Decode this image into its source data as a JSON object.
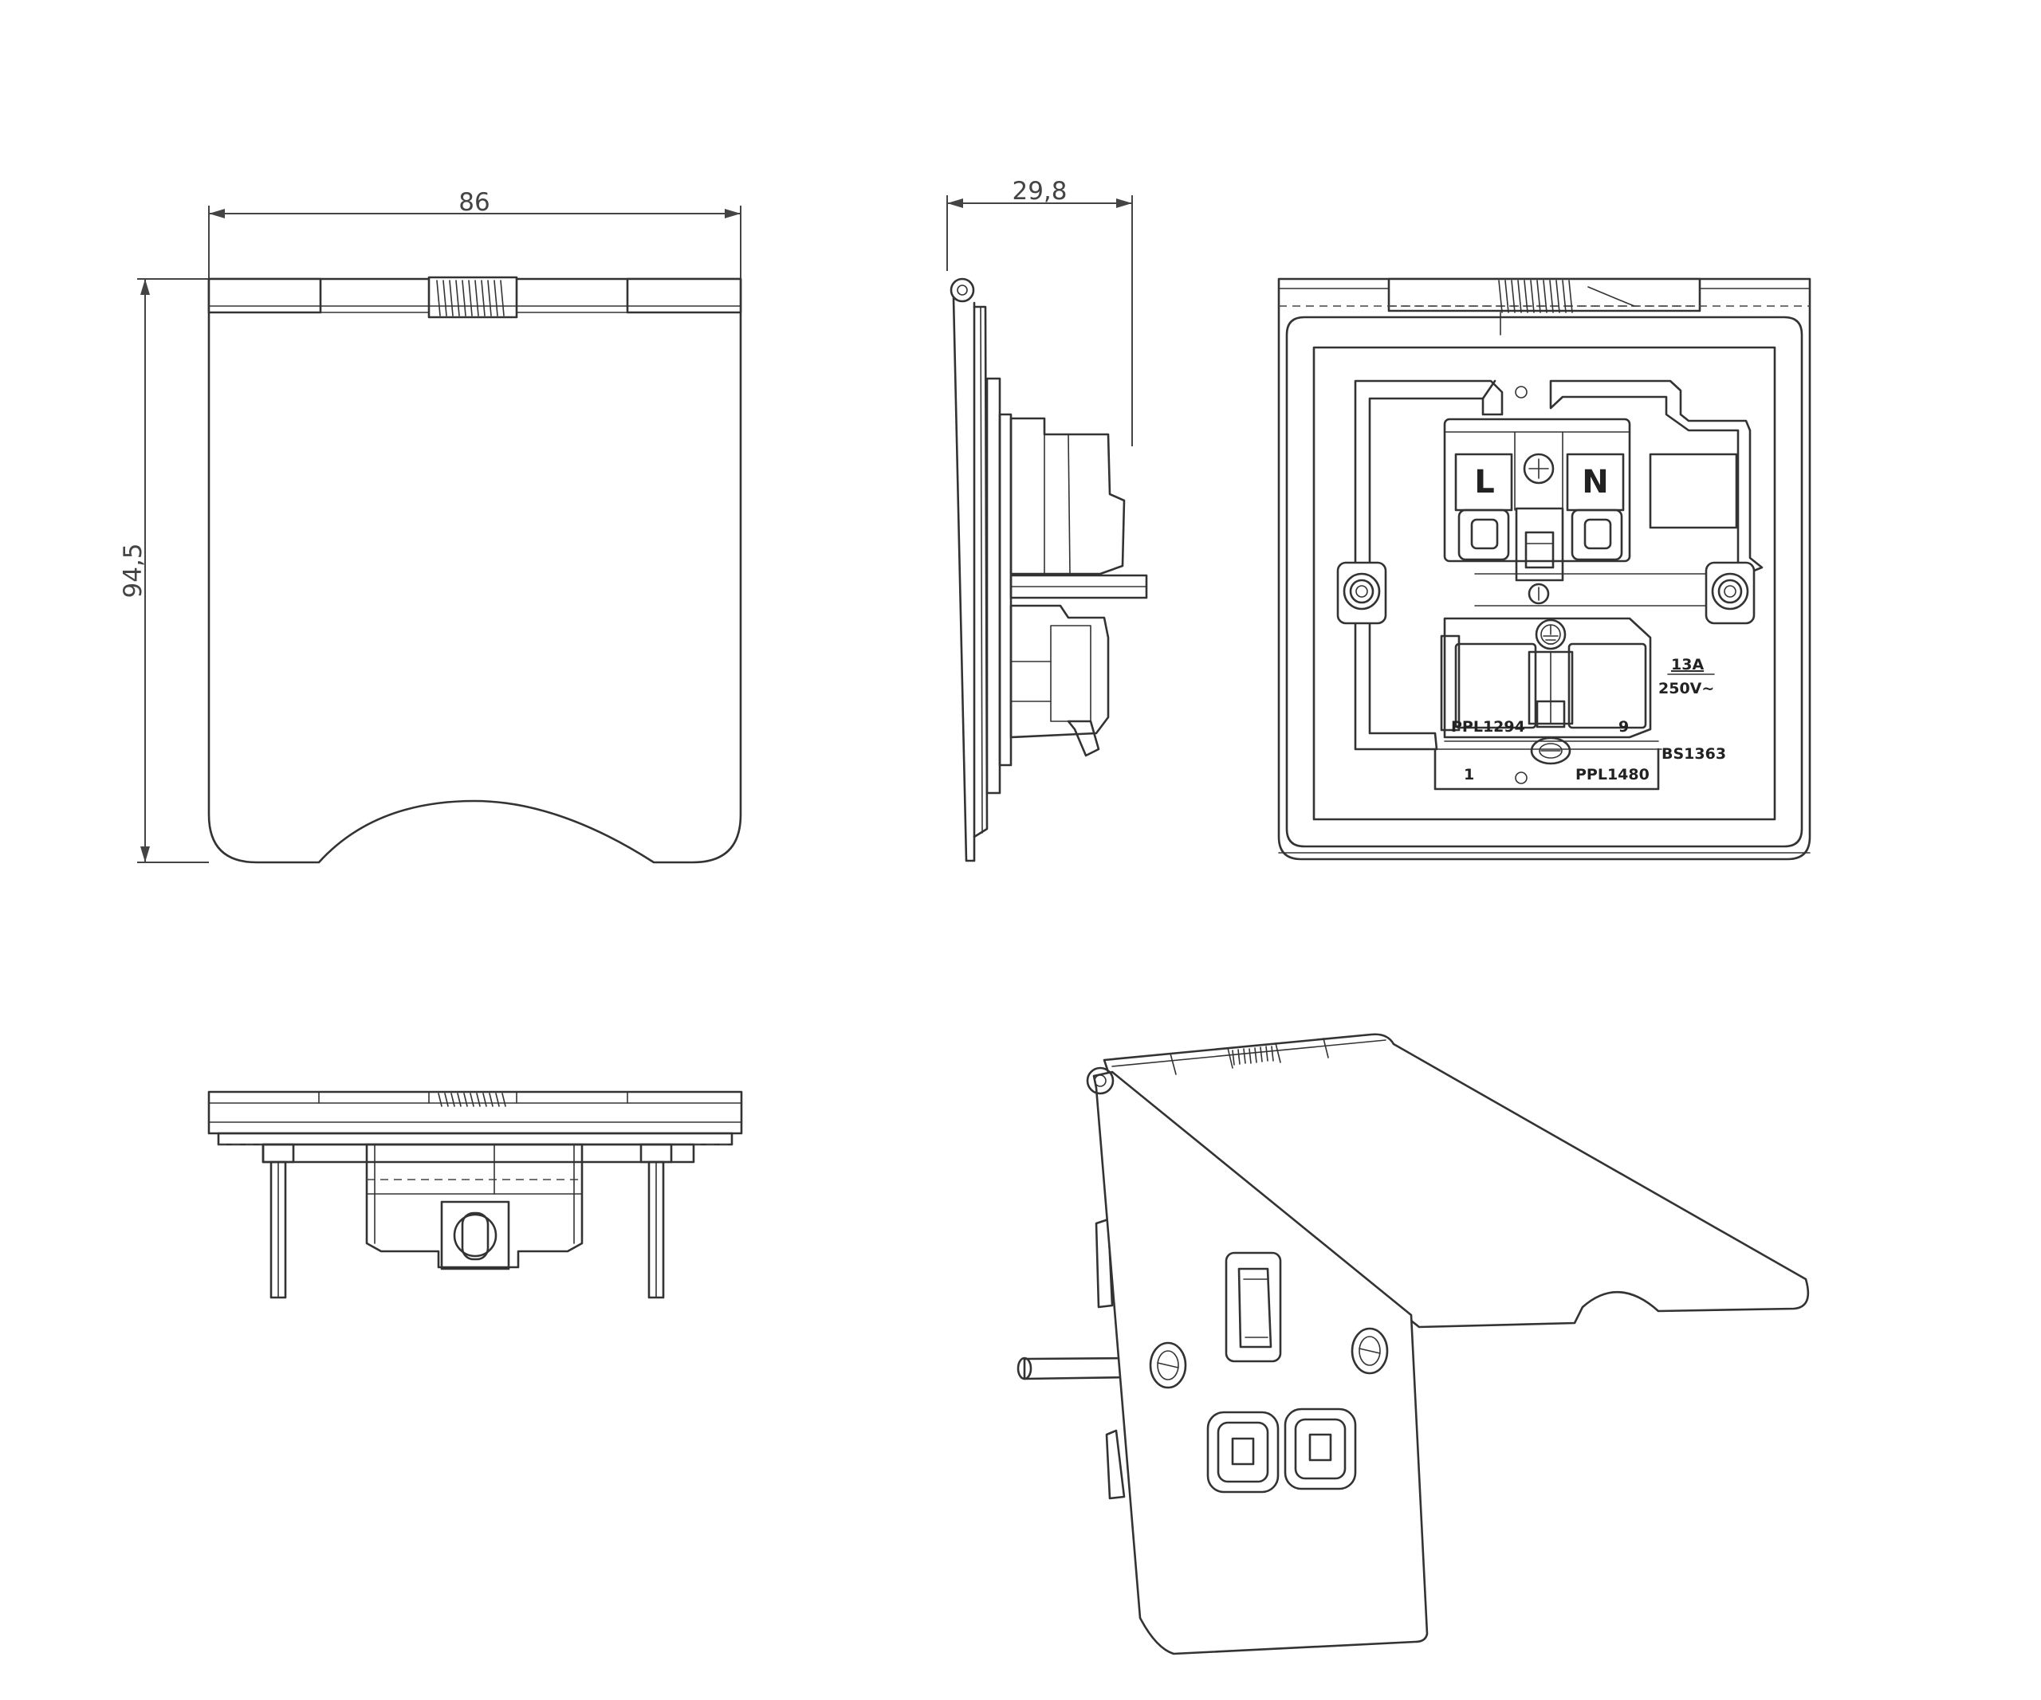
{
  "dimensions": {
    "width": "86",
    "height": "94,5",
    "depth": "29,8"
  },
  "terminals": {
    "live": "L",
    "neutral": "N"
  },
  "markings": {
    "code_a": "PPL1294",
    "code_b": "PPL1480",
    "standard": "BS1363",
    "rating_current": "13A",
    "rating_voltage": "250V~",
    "num_1": "1",
    "num_9": "9"
  }
}
